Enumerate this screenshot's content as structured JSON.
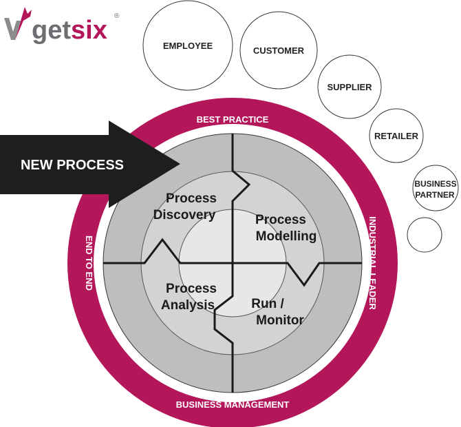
{
  "logo": {
    "text_a": "get",
    "text_b": "six",
    "registered": "®",
    "color_grey": "#6d6e71",
    "color_brand": "#b4165a"
  },
  "stakeholders": [
    {
      "label": "EMPLOYEE",
      "lines": [
        "EMPLOYEE"
      ]
    },
    {
      "label": "CUSTOMER",
      "lines": [
        "CUSTOMER"
      ]
    },
    {
      "label": "SUPPLIER",
      "lines": [
        "SUPPLIER"
      ]
    },
    {
      "label": "RETAILER",
      "lines": [
        "RETAILER"
      ]
    },
    {
      "label": "BUSINESS PARTNER",
      "lines": [
        "BUSINESS",
        "PARTNER"
      ]
    },
    {
      "label": "",
      "lines": []
    }
  ],
  "ring": {
    "top": "BEST PRACTICE",
    "right": "INDUSTRIAL LEADER",
    "bottom": "BUSINESS MANAGEMENT",
    "left": "END TO END",
    "color": "#b4165a"
  },
  "arrow": {
    "label": "NEW PROCESS",
    "color": "#1e1e1e"
  },
  "quadrants": [
    {
      "id": "discovery",
      "lines": [
        "Process",
        "Discovery"
      ]
    },
    {
      "id": "modelling",
      "lines": [
        "Process",
        "Modelling"
      ]
    },
    {
      "id": "analysis",
      "lines": [
        "Process",
        "Analysis"
      ]
    },
    {
      "id": "monitor",
      "lines": [
        "Run /",
        "Monitor"
      ]
    }
  ],
  "colors": {
    "outer_grey": "#bcbec0",
    "mid_grey": "#d1d3d4",
    "inner_grey": "#e6e7e8"
  }
}
